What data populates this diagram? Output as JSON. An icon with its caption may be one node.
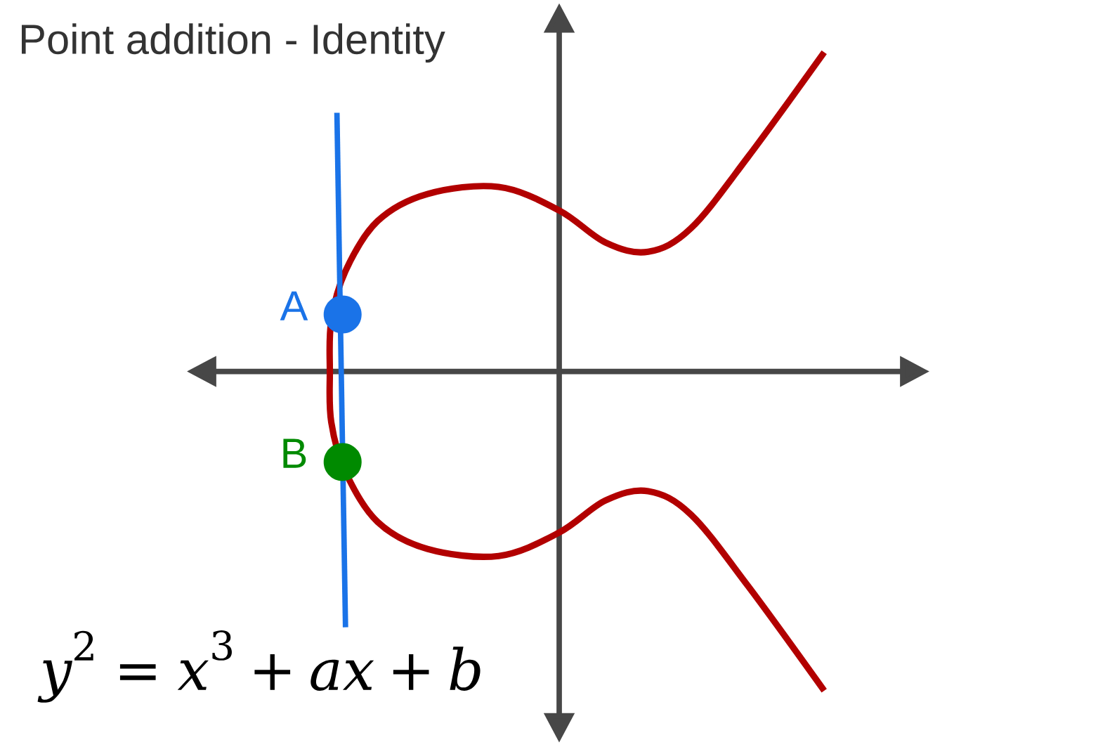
{
  "diagram": {
    "title": "Point addition - Identity",
    "nodes": [
      {
        "text": [],
        "shape": "circle",
        "beside": [
          "A"
        ]
      },
      {
        "text": [],
        "shape": "circle",
        "beside": [
          "B"
        ]
      }
    ],
    "labels": [
      "y^2 = x^3 + ax + b"
    ]
  }
}
